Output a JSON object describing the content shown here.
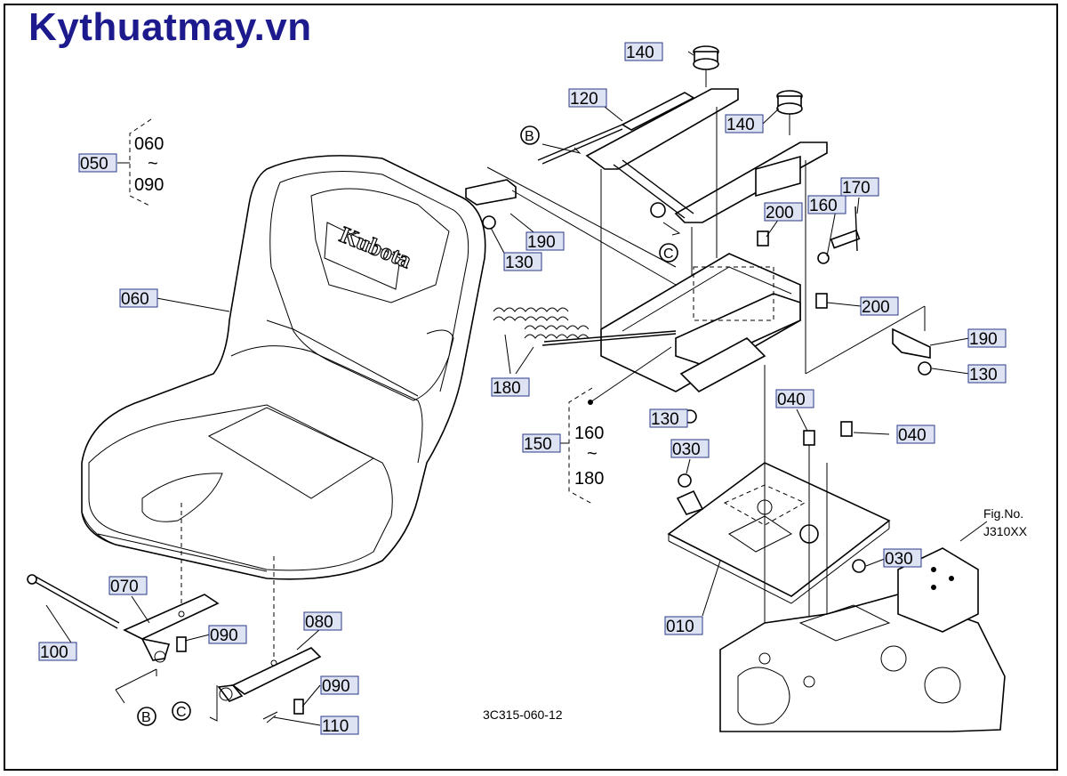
{
  "site_title": "Kythuatmay.vn",
  "callouts": {
    "c050": "050",
    "c060a": "060",
    "c090a": "090",
    "c060b": "060",
    "c070": "070",
    "c100": "100",
    "c090b": "090",
    "c080": "080",
    "c090c": "090",
    "c110": "110",
    "c140a": "140",
    "c140b": "140",
    "c120": "120",
    "c190a": "190",
    "c130a": "130",
    "c200a": "200",
    "c160a": "160",
    "c170": "170",
    "c200b": "200",
    "c190b": "190",
    "c130b": "130",
    "c180": "180",
    "c150": "150",
    "c160b": "160",
    "c180b": "180",
    "c130c": "130",
    "c030a": "030",
    "c040a": "040",
    "c040b": "040",
    "c030b": "030",
    "c010": "010"
  },
  "range_tilde": "~",
  "ref_markers": {
    "b_upper": "B",
    "c_upper": "C",
    "b_lower": "B",
    "c_lower": "C"
  },
  "seat_brand": "Kubota",
  "figure_note": {
    "line1": "Fig.No.",
    "line2": "J310XX"
  },
  "drawing_code": "3C315-060-12"
}
